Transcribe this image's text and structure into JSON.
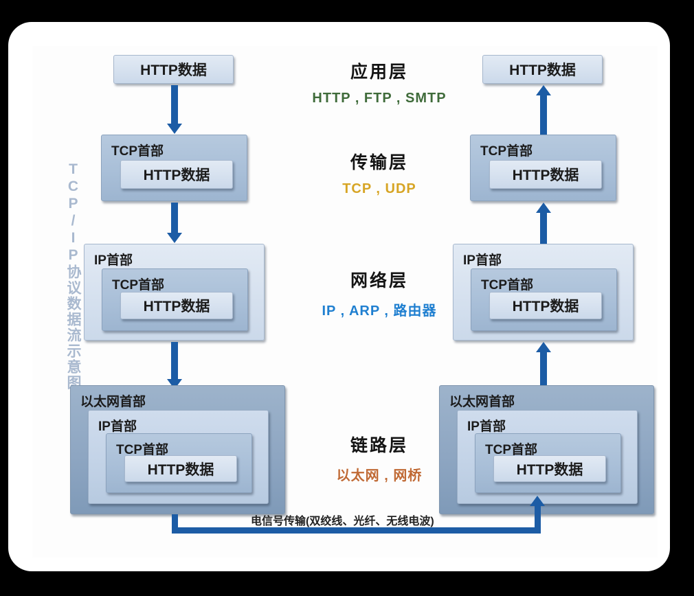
{
  "diagram": {
    "vertical_title": "TCP/IP协议数据流示意图",
    "bottom_caption": "电信号传输(双绞线、光纤、无线电波)",
    "accent_arrow_color": "#1c5ca5"
  },
  "labels": {
    "http_data": "HTTP数据",
    "tcp_header": "TCP首部",
    "ip_header": "IP首部",
    "ethernet_header": "以太网首部"
  },
  "layers": [
    {
      "name": "应用层",
      "protocols": "HTTP , FTP , SMTP",
      "color": "#3f6b3a"
    },
    {
      "name": "传输层",
      "protocols": "TCP , UDP",
      "color": "#d7a525"
    },
    {
      "name": "网络层",
      "protocols": "IP , ARP , 路由器",
      "color": "#1f7fd0"
    },
    {
      "name": "链路层",
      "protocols": "以太网 , 网桥",
      "color": "#c06a35"
    }
  ],
  "left_stack": {
    "direction": "down",
    "application": {
      "boxes": [
        "HTTP数据"
      ]
    },
    "transport": {
      "boxes": [
        "TCP首部",
        "HTTP数据"
      ]
    },
    "network": {
      "boxes": [
        "IP首部",
        "TCP首部",
        "HTTP数据"
      ]
    },
    "link": {
      "boxes": [
        "以太网首部",
        "IP首部",
        "TCP首部",
        "HTTP数据"
      ]
    }
  },
  "right_stack": {
    "direction": "up",
    "application": {
      "boxes": [
        "HTTP数据"
      ]
    },
    "transport": {
      "boxes": [
        "TCP首部",
        "HTTP数据"
      ]
    },
    "network": {
      "boxes": [
        "IP首部",
        "TCP首部",
        "HTTP数据"
      ]
    },
    "link": {
      "boxes": [
        "以太网首部",
        "IP首部",
        "TCP首部",
        "HTTP数据"
      ]
    }
  }
}
